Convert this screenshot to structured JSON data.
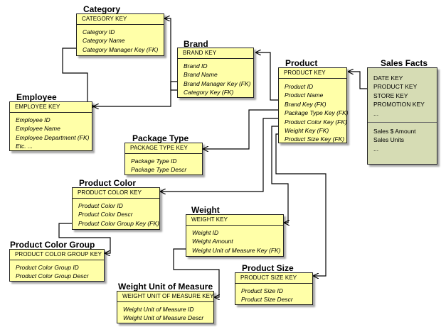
{
  "entities": {
    "category": {
      "name": "Category",
      "key": "CATEGORY KEY",
      "attributes": [
        "Category ID",
        "Category Name",
        "Category Manager Key (FK)"
      ]
    },
    "brand": {
      "name": "Brand",
      "key": "BRAND KEY",
      "attributes": [
        "Brand ID",
        "Brand Name",
        "Brand Manager Key (FK)",
        "Category Key (FK)"
      ]
    },
    "employee": {
      "name": "Employee",
      "key": "EMPLOYEE KEY",
      "attributes": [
        "Employee ID",
        "Employee Name",
        "Employee Department (FK)",
        "Etc. ..."
      ]
    },
    "product": {
      "name": "Product",
      "key": "PRODUCT KEY",
      "attributes": [
        "Product ID",
        "Product Name",
        "Brand Key (FK)",
        "Package Type Key (FK)",
        "Product Color Key (FK)",
        "Weight Key (FK)",
        "Product Size Key (FK)"
      ]
    },
    "sales_facts": {
      "name": "Sales Facts",
      "keys": [
        "DATE KEY",
        "PRODUCT KEY",
        "STORE KEY",
        "PROMOTION KEY",
        "..."
      ],
      "measures": [
        "Sales $ Amount",
        "Sales Units",
        "..."
      ]
    },
    "package_type": {
      "name": "Package Type",
      "key": "PACKAGE TYPE KEY",
      "attributes": [
        "Package Type ID",
        "Package Type Descr"
      ]
    },
    "product_color": {
      "name": "Product Color",
      "key": "PRODUCT COLOR KEY",
      "attributes": [
        "Product Color ID",
        "Product Color Descr",
        "Product Color Group Key (FK)"
      ]
    },
    "weight": {
      "name": "Weight",
      "key": "WEIGHT KEY",
      "attributes": [
        "Weight ID",
        "Weight Amount",
        "Weight Unit of Measure Key (FK)"
      ]
    },
    "product_color_group": {
      "name": "Product Color Group",
      "key": "PRODUCT COLOR GROUP  KEY",
      "attributes": [
        "Product Color Group ID",
        "Product Color Group Descr"
      ]
    },
    "product_size": {
      "name": "Product Size",
      "key": "PRODUCT SIZE KEY",
      "attributes": [
        "Product Size ID",
        "Product Size Descr"
      ]
    },
    "weight_uom": {
      "name": "Weight Unit of Measure",
      "key": "WEIGHT UNIT OF MEASURE KEY",
      "attributes": [
        "Weight Unit of Measure ID",
        "Weight Unit of Measure Descr"
      ]
    }
  },
  "colors": {
    "entity_fill": "#ffffa8",
    "facts_fill": "#d6dcb4",
    "line": "#000000"
  }
}
